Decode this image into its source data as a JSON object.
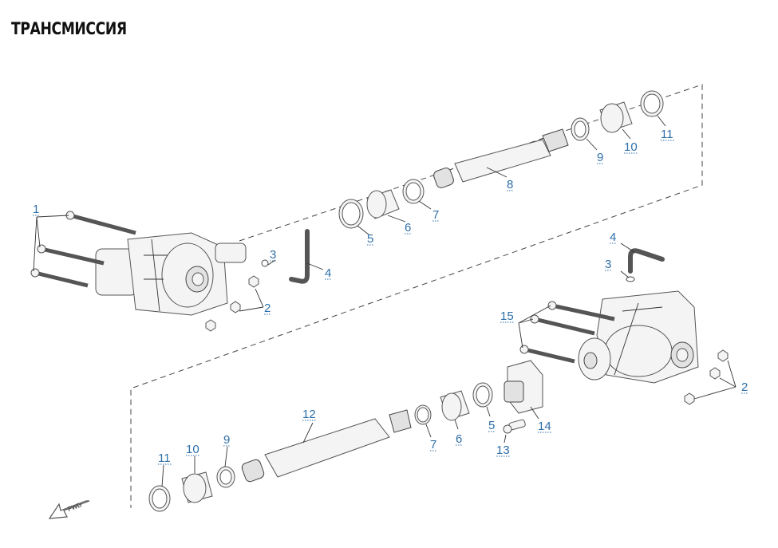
{
  "title": "ТРАНСМИССИЯ",
  "callouts": {
    "c1": "1",
    "c2a": "2",
    "c2b": "2",
    "c3a": "3",
    "c3b": "3",
    "c4a": "4",
    "c4b": "4",
    "c5a": "5",
    "c5b": "5",
    "c6a": "6",
    "c6b": "6",
    "c7a": "7",
    "c7b": "7",
    "c8": "8",
    "c9a": "9",
    "c9b": "9",
    "c10a": "10",
    "c10b": "10",
    "c11a": "11",
    "c11b": "11",
    "c12": "12",
    "c13": "13",
    "c14": "14",
    "c15": "15"
  },
  "fwd_label": "FWD",
  "colors": {
    "callout": "#2f6fa8",
    "line": "#333333",
    "part_fill": "#f4f4f4"
  }
}
